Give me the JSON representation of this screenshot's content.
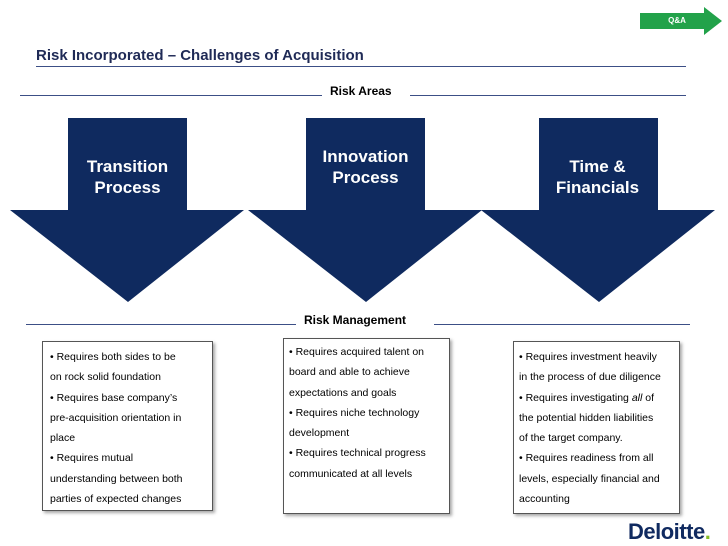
{
  "header": {
    "qa_button_label": "Q&A",
    "title": "Risk Incorporated – Challenges of Acquisition"
  },
  "sections": {
    "risk_areas": "Risk Areas",
    "risk_management": "Risk Management"
  },
  "risk_areas": [
    {
      "line1": "Transition",
      "line2": "Process"
    },
    {
      "line1": "Innovation",
      "line2": "Process"
    },
    {
      "line1": "Time  &",
      "line2": "Financials"
    }
  ],
  "risk_management": [
    {
      "lines": [
        "• Requires both sides to be",
        "on rock solid foundation",
        "• Requires base company’s",
        "pre-acquisition orientation in",
        "place",
        "• Requires mutual",
        "understanding between both",
        "parties of expected changes"
      ]
    },
    {
      "lines": [
        "• Requires acquired talent on",
        "board and able to achieve",
        "expectations and goals",
        "• Requires niche technology",
        "development",
        "•  Requires technical progress",
        "communicated at all levels"
      ]
    },
    {
      "lines": [
        "• Requires investment heavily",
        "in the process of due diligence",
        "• Requires investigating <i>all</i> of",
        "the potential hidden liabilities",
        "of the target company.",
        "• Requires readiness from all",
        "levels, especially financial and",
        "accounting"
      ]
    }
  ],
  "footer": {
    "logo_text": "Deloitte",
    "logo_dot": "."
  },
  "colors": {
    "arrow_navy": "#0f2a5f",
    "qa_green": "#22a24a",
    "logo_green": "#86bc25"
  },
  "icons": {
    "qa": "arrow-right-icon"
  }
}
